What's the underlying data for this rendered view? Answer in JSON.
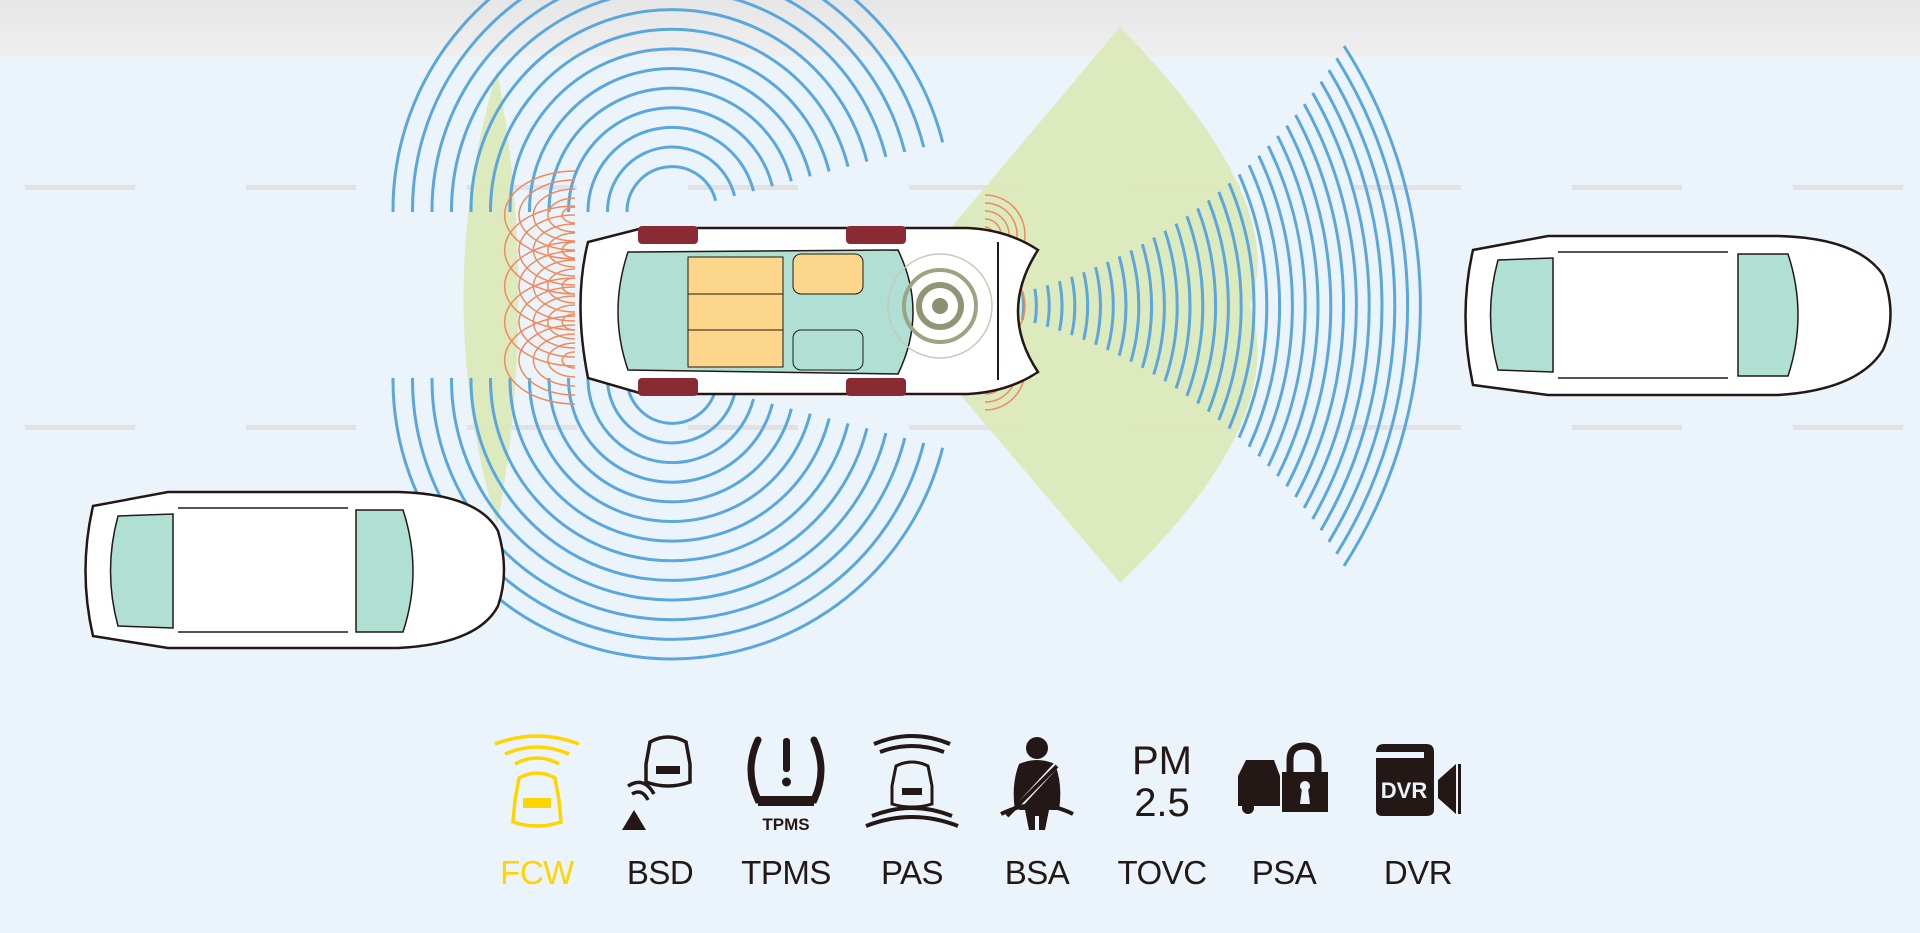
{
  "colors": {
    "background": "#ecf4fb",
    "radar_wave": "#5aa7de",
    "coverage_zone": "#dbe9b6",
    "sensor_wave": "#f08a5d",
    "seat": "#fcd68a",
    "glass": "#b0e0d4",
    "tire": "#8a2a32",
    "active": "#ffd400",
    "icon": "#231815"
  },
  "scene": {
    "main_vehicle": "host-car",
    "front_vehicle": "lead-car",
    "rear_vehicle": "blind-spot-car"
  },
  "features": [
    {
      "id": "fcw",
      "label": "FCW",
      "icon": "car-radar-icon",
      "active": true
    },
    {
      "id": "bsd",
      "label": "BSD",
      "icon": "blind-spot-warning-icon",
      "active": false
    },
    {
      "id": "tpms",
      "label": "TPMS",
      "icon": "tire-pressure-icon",
      "icon_text": "TPMS",
      "active": false
    },
    {
      "id": "pas",
      "label": "PAS",
      "icon": "parking-sensor-icon",
      "active": false
    },
    {
      "id": "bsa",
      "label": "BSA",
      "icon": "seatbelt-icon",
      "active": false
    },
    {
      "id": "tovc",
      "label": "TOVC",
      "icon": "pm25-icon",
      "icon_text_1": "PM",
      "icon_text_2": "2.5",
      "active": false
    },
    {
      "id": "psa",
      "label": "PSA",
      "icon": "car-lock-icon",
      "active": false
    },
    {
      "id": "dvr",
      "label": "DVR",
      "icon": "dvr-camera-icon",
      "icon_text": "DVR",
      "active": false
    }
  ]
}
